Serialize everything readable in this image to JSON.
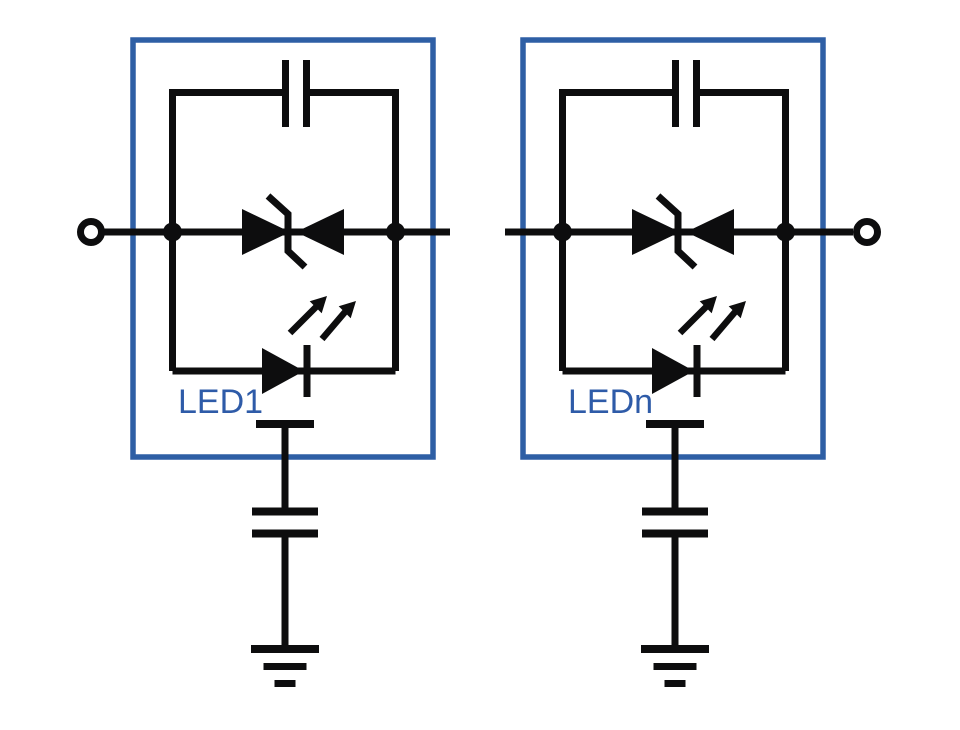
{
  "colors": {
    "wire": "#0d0d0e",
    "module-outline": "#2e5fa5",
    "label": "#2e5ba8",
    "background": "#ffffff"
  },
  "diagram": {
    "type": "circuit-schematic",
    "modules": [
      {
        "label": "LED1",
        "components": [
          "bypass-capacitor",
          "bidirectional-tvs-diode",
          "led",
          "bottom-pad",
          "decoupling-capacitor",
          "ground"
        ]
      },
      {
        "label": "LEDn",
        "components": [
          "bypass-capacitor",
          "bidirectional-tvs-diode",
          "led",
          "bottom-pad",
          "decoupling-capacitor",
          "ground"
        ]
      }
    ],
    "terminals": [
      "input-terminal-left",
      "output-terminal-right"
    ]
  }
}
